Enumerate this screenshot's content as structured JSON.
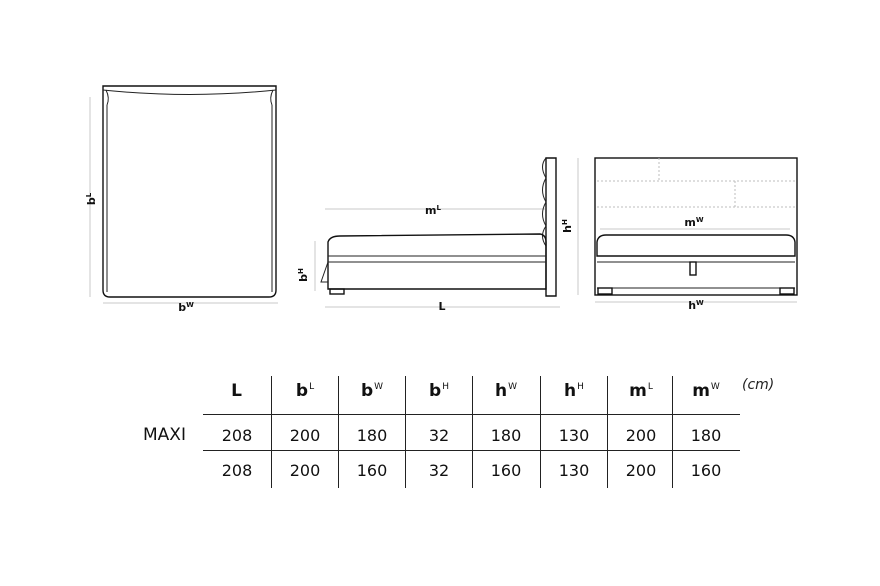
{
  "drawings": {
    "top_view": {
      "labels": {
        "length": {
          "base": "b",
          "sup": "L"
        },
        "width": {
          "base": "b",
          "sup": "W"
        }
      }
    },
    "side_view": {
      "labels": {
        "mattress_length": {
          "base": "m",
          "sup": "L"
        },
        "base_height": {
          "base": "b",
          "sup": "H"
        },
        "headboard_height": {
          "base": "h",
          "sup": "H"
        },
        "total_length": {
          "base": "L",
          "sup": ""
        }
      }
    },
    "front_view": {
      "labels": {
        "mattress_width": {
          "base": "m",
          "sup": "W"
        },
        "headboard_width": {
          "base": "h",
          "sup": "W"
        }
      }
    }
  },
  "table": {
    "unit": "(cm)",
    "headers": [
      {
        "base": "L",
        "sup": ""
      },
      {
        "base": "b",
        "sup": "L"
      },
      {
        "base": "b",
        "sup": "W"
      },
      {
        "base": "b",
        "sup": "H"
      },
      {
        "base": "h",
        "sup": "W"
      },
      {
        "base": "h",
        "sup": "H"
      },
      {
        "base": "m",
        "sup": "L"
      },
      {
        "base": "m",
        "sup": "W"
      }
    ],
    "rows": [
      {
        "label": "MAXI",
        "values": [
          "208",
          "200",
          "180",
          "32",
          "180",
          "130",
          "200",
          "180"
        ]
      },
      {
        "label": "",
        "values": [
          "208",
          "200",
          "160",
          "32",
          "160",
          "130",
          "200",
          "160"
        ]
      }
    ]
  }
}
